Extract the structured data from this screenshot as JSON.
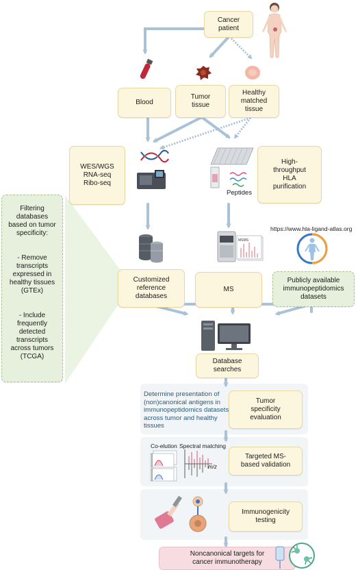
{
  "nodes": {
    "patient": "Cancer\npatient",
    "blood": "Blood",
    "tumor": "Tumor\ntissue",
    "healthy": "Healthy\nmatched\ntissue",
    "seq": "WES/WGS\nRNA-seq\nRibo-seq",
    "hla": "High-\nthroughput\nHLA\npurification",
    "peptides": "Peptides",
    "url": "https://www.hla-ligand-atlas.org",
    "customized": "Customized\nreference\ndatabases",
    "ms": "MS",
    "public": "Publicly available\nimmunopeptidomics\ndatasets",
    "filtering": "Filtering\ndatabases\nbased on tumor\nspecificity:\n\n\n- Remove\ntranscripts\nexpressed in\nhealthy tissues\n(GTEx)\n\n\n- Include\nfrequently\ndetected\ntranscripts\nacross tumors\n(TCGA)",
    "db_search": "Database\nsearches",
    "determine": "Determine presentation of\n(non)canonical antigens in\nimmunopeptidomics datasets\nacross tumor and healthy\ntissues",
    "tumor_spec": "Tumor\nspecificity\nevaluation",
    "coelution": "Co-elution",
    "spectral": "Spectral matching",
    "mz": "m/z",
    "msms": "MSMS",
    "targeted": "Targeted MS-\nbased validation",
    "immuno": "Immunogenicity\ntesting",
    "noncanonical": "Noncanonical targets for\ncancer immunotherapy"
  },
  "colors": {
    "box_fill": "#fdf6df",
    "box_border": "#e6d7a3",
    "green_fill": "#e6f0dc",
    "green_border": "#a6c48c",
    "arrow": "#a9c2d6",
    "panel": "#f1f5f7",
    "pink_box": "#f7dde1",
    "determine_text": "#2b5a78"
  },
  "icons": [
    "human-body-icon",
    "blood-tube-icon",
    "tumor-tissue-icon",
    "healthy-tissue-icon",
    "dna-icon",
    "sequencer-icon",
    "plate-column-icon",
    "peptide-squiggle-icon",
    "database-cylinders-icon",
    "mass-spectrometer-icon",
    "spectrum-plot-icon",
    "globe-person-icon",
    "computer-icon",
    "coelution-plot-icon",
    "spectral-plot-icon",
    "pipette-hand-icon",
    "cell-icon",
    "iv-bag-icon",
    "immune-cell-icon"
  ]
}
